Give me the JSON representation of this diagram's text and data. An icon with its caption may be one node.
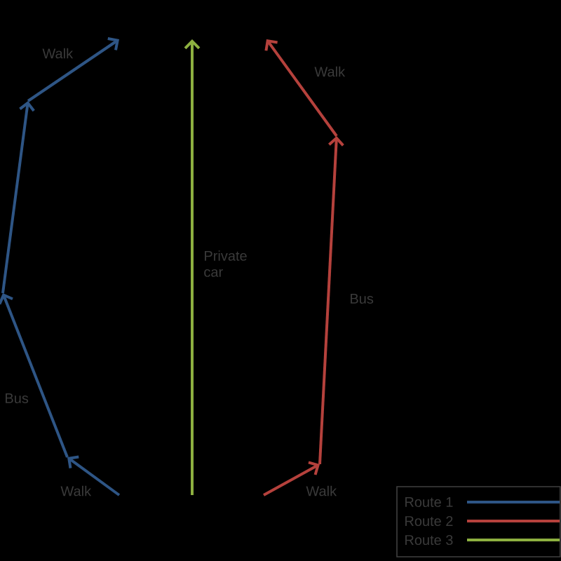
{
  "diagram": {
    "labels": [
      "Walk",
      "Walk",
      "Private car",
      "Bus",
      "Bus",
      "Walk",
      "Walk"
    ],
    "legend": [
      {
        "text": "Route 1"
      },
      {
        "text": "Route 2"
      },
      {
        "text": "Route 3"
      }
    ]
  }
}
